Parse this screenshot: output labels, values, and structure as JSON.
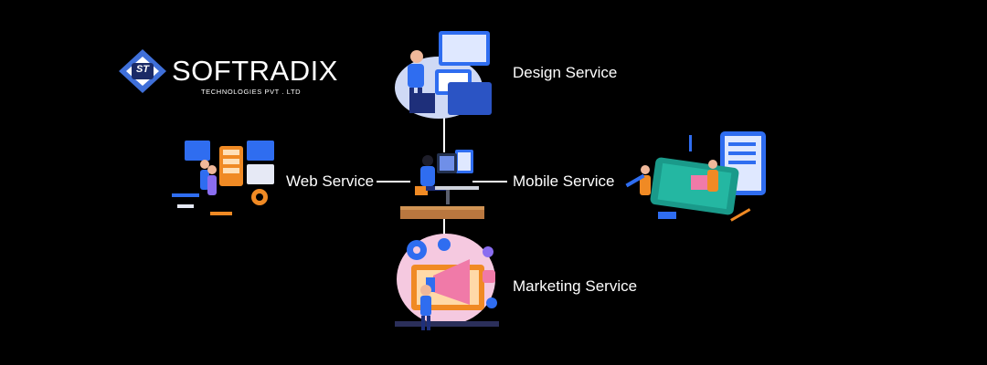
{
  "logo": {
    "mark": "ST",
    "name": "SOFTRADIX",
    "tagline": "TECHNOLOGIES PVT . LTD",
    "colors": {
      "frame": "#3f6fd8",
      "inner": "#1b2a66"
    }
  },
  "services": {
    "design": "Design Service",
    "web": "Web Service",
    "mobile": "Mobile Service",
    "marketing": "Marketing Service"
  },
  "illustrations": {
    "design": "design-illustration",
    "web": "web-illustration",
    "mobile": "mobile-illustration",
    "marketing": "marketing-illustration",
    "center": "developer-at-desk-illustration"
  },
  "colors": {
    "background": "#000000",
    "connector": "#ffffff",
    "accent_blue": "#2f6df0",
    "accent_orange": "#f08a24",
    "accent_pink": "#f07aa8",
    "desk_wood": "#b9773f"
  }
}
